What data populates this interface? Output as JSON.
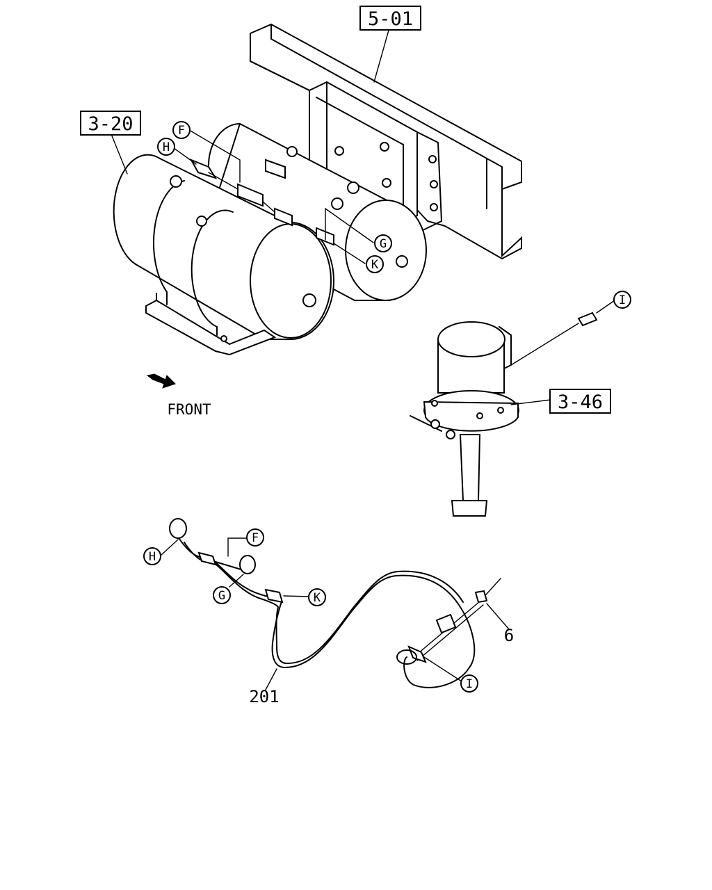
{
  "ref_boxes": {
    "frame": "5-01",
    "air_tanks": "3-20",
    "air_dryer": "3-46"
  },
  "callouts": {
    "F_upper": "F",
    "H_upper": "H",
    "G_upper": "G",
    "K_upper": "K",
    "I_upper": "I",
    "F_lower": "F",
    "H_lower": "H",
    "G_lower": "G",
    "K_lower": "K",
    "I_lower": "I"
  },
  "part_numbers": {
    "harness": "201",
    "clip": "6"
  },
  "direction_label": "FRONT"
}
